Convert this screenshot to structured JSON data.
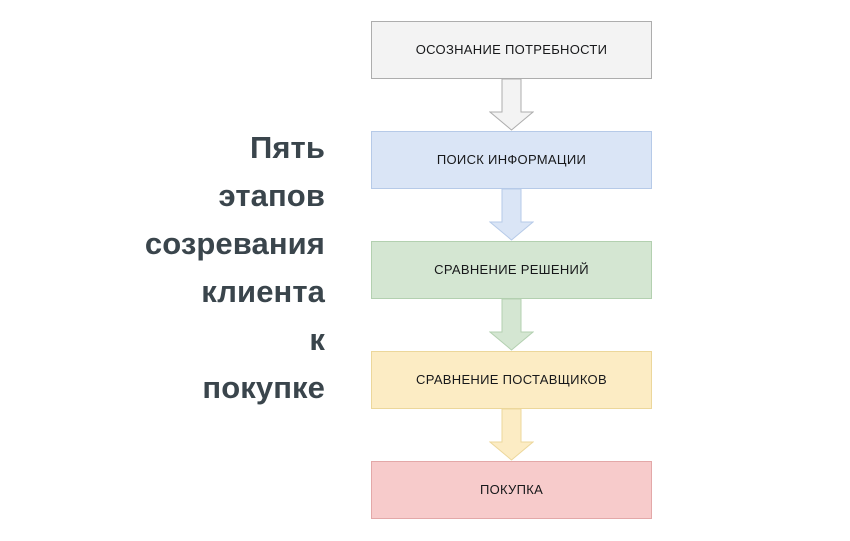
{
  "diagram": {
    "title": "Пять\nэтапов\nсозревания\nклиента\nк\nпокупке",
    "title_color": "#3a454c",
    "background": "#ffffff",
    "type": "vertical-flowchart",
    "stages": [
      {
        "id": "stage-1",
        "label": "ОСОЗНАНИЕ ПОТРЕБНОСТИ",
        "fill": "#f3f3f3",
        "stroke": "#adadad"
      },
      {
        "id": "stage-2",
        "label": "ПОИСК ИНФОРМАЦИИ",
        "fill": "#dae5f6",
        "stroke": "#b6cae8"
      },
      {
        "id": "stage-3",
        "label": "СРАВНЕНИЕ РЕШЕНИЙ",
        "fill": "#d4e6d2",
        "stroke": "#b3d0b0"
      },
      {
        "id": "stage-4",
        "label": "СРАВНЕНИЕ ПОСТАВЩИКОВ",
        "fill": "#fcecc4",
        "stroke": "#ecd79b"
      },
      {
        "id": "stage-5",
        "label": "ПОКУПКА",
        "fill": "#f7cbcb",
        "stroke": "#e3a8a8"
      }
    ],
    "connectors": [
      {
        "id": "arrow-1",
        "from": "stage-1",
        "to": "stage-2",
        "fill": "#f3f3f3",
        "stroke": "#adadad",
        "icon": "down-arrow-icon"
      },
      {
        "id": "arrow-2",
        "from": "stage-2",
        "to": "stage-3",
        "fill": "#dae5f6",
        "stroke": "#b6cae8",
        "icon": "down-arrow-icon"
      },
      {
        "id": "arrow-3",
        "from": "stage-3",
        "to": "stage-4",
        "fill": "#d4e6d2",
        "stroke": "#b3d0b0",
        "icon": "down-arrow-icon"
      },
      {
        "id": "arrow-4",
        "from": "stage-4",
        "to": "stage-5",
        "fill": "#fcecc4",
        "stroke": "#ecd79b",
        "icon": "down-arrow-icon"
      }
    ]
  }
}
